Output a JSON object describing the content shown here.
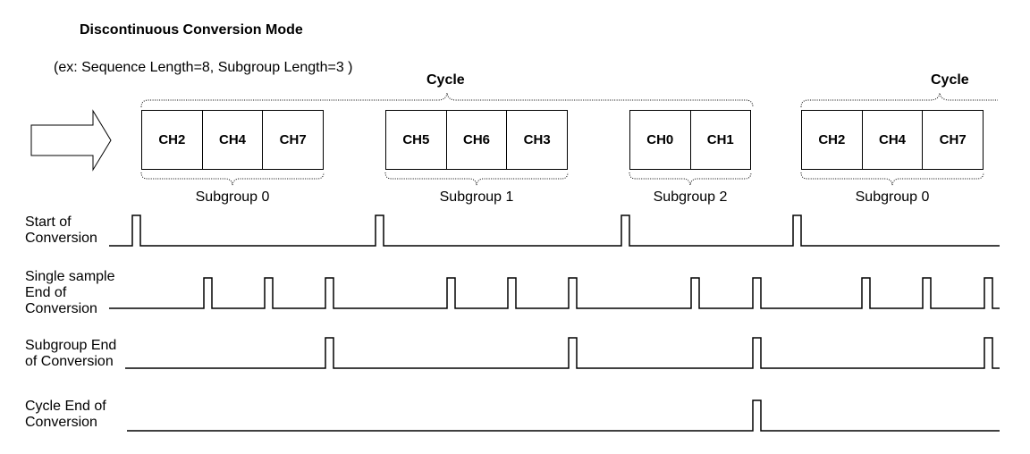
{
  "title": "Discontinuous Conversion Mode",
  "subtitle": "(ex: Sequence Length=8, Subgroup Length=3 )",
  "cycle_label": "Cycle",
  "subgroups": [
    {
      "label": "Subgroup 0",
      "channels": [
        "CH2",
        "CH4",
        "CH7"
      ]
    },
    {
      "label": "Subgroup 1",
      "channels": [
        "CH5",
        "CH6",
        "CH3"
      ]
    },
    {
      "label": "Subgroup 2",
      "channels": [
        "CH0",
        "CH1"
      ]
    },
    {
      "label": "Subgroup 0",
      "channels": [
        "CH2",
        "CH4",
        "CH7"
      ]
    }
  ],
  "signals": [
    {
      "label": "Start of\nConversion"
    },
    {
      "label": "Single sample\nEnd of\nConversion"
    },
    {
      "label": "Subgroup End\nof Conversion"
    },
    {
      "label": "Cycle End of\nConversion"
    }
  ]
}
